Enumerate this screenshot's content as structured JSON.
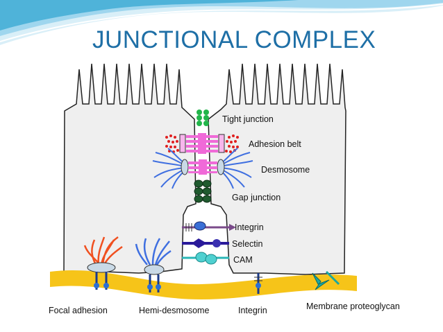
{
  "slide": {
    "title": "JUNCTIONAL COMPLEX",
    "colors": {
      "title": "#1e6fa6",
      "wave": "#4fb3d9",
      "cell_fill": "#efefef",
      "basement_membrane": "#f6c419",
      "tight_junction": "#22b54a",
      "adhesion_belt": "#f06ad8",
      "desmosome_filaments": "#3f6fe0",
      "focal_adhesion_fibers": "#f05020",
      "integrin": "#7a4a8a",
      "selectin": "#2a1a9a",
      "cam": "#29b6b6",
      "proteoglycan": "#1aa7a0"
    }
  },
  "diagram": {
    "labels": {
      "tight_junction": "Tight junction",
      "adhesion_belt": "Adhesion belt",
      "desmosome": "Desmosome",
      "gap_junction": "Gap junction",
      "integrin_lateral": "Integrin",
      "selectin": "Selectin",
      "cam": "CAM",
      "focal_adhesion": "Focal adhesion",
      "hemi_desmosome": "Hemi-desmosome",
      "integrin_basal": "Integrin",
      "membrane_proteoglycan": "Membrane proteoglycan"
    }
  }
}
